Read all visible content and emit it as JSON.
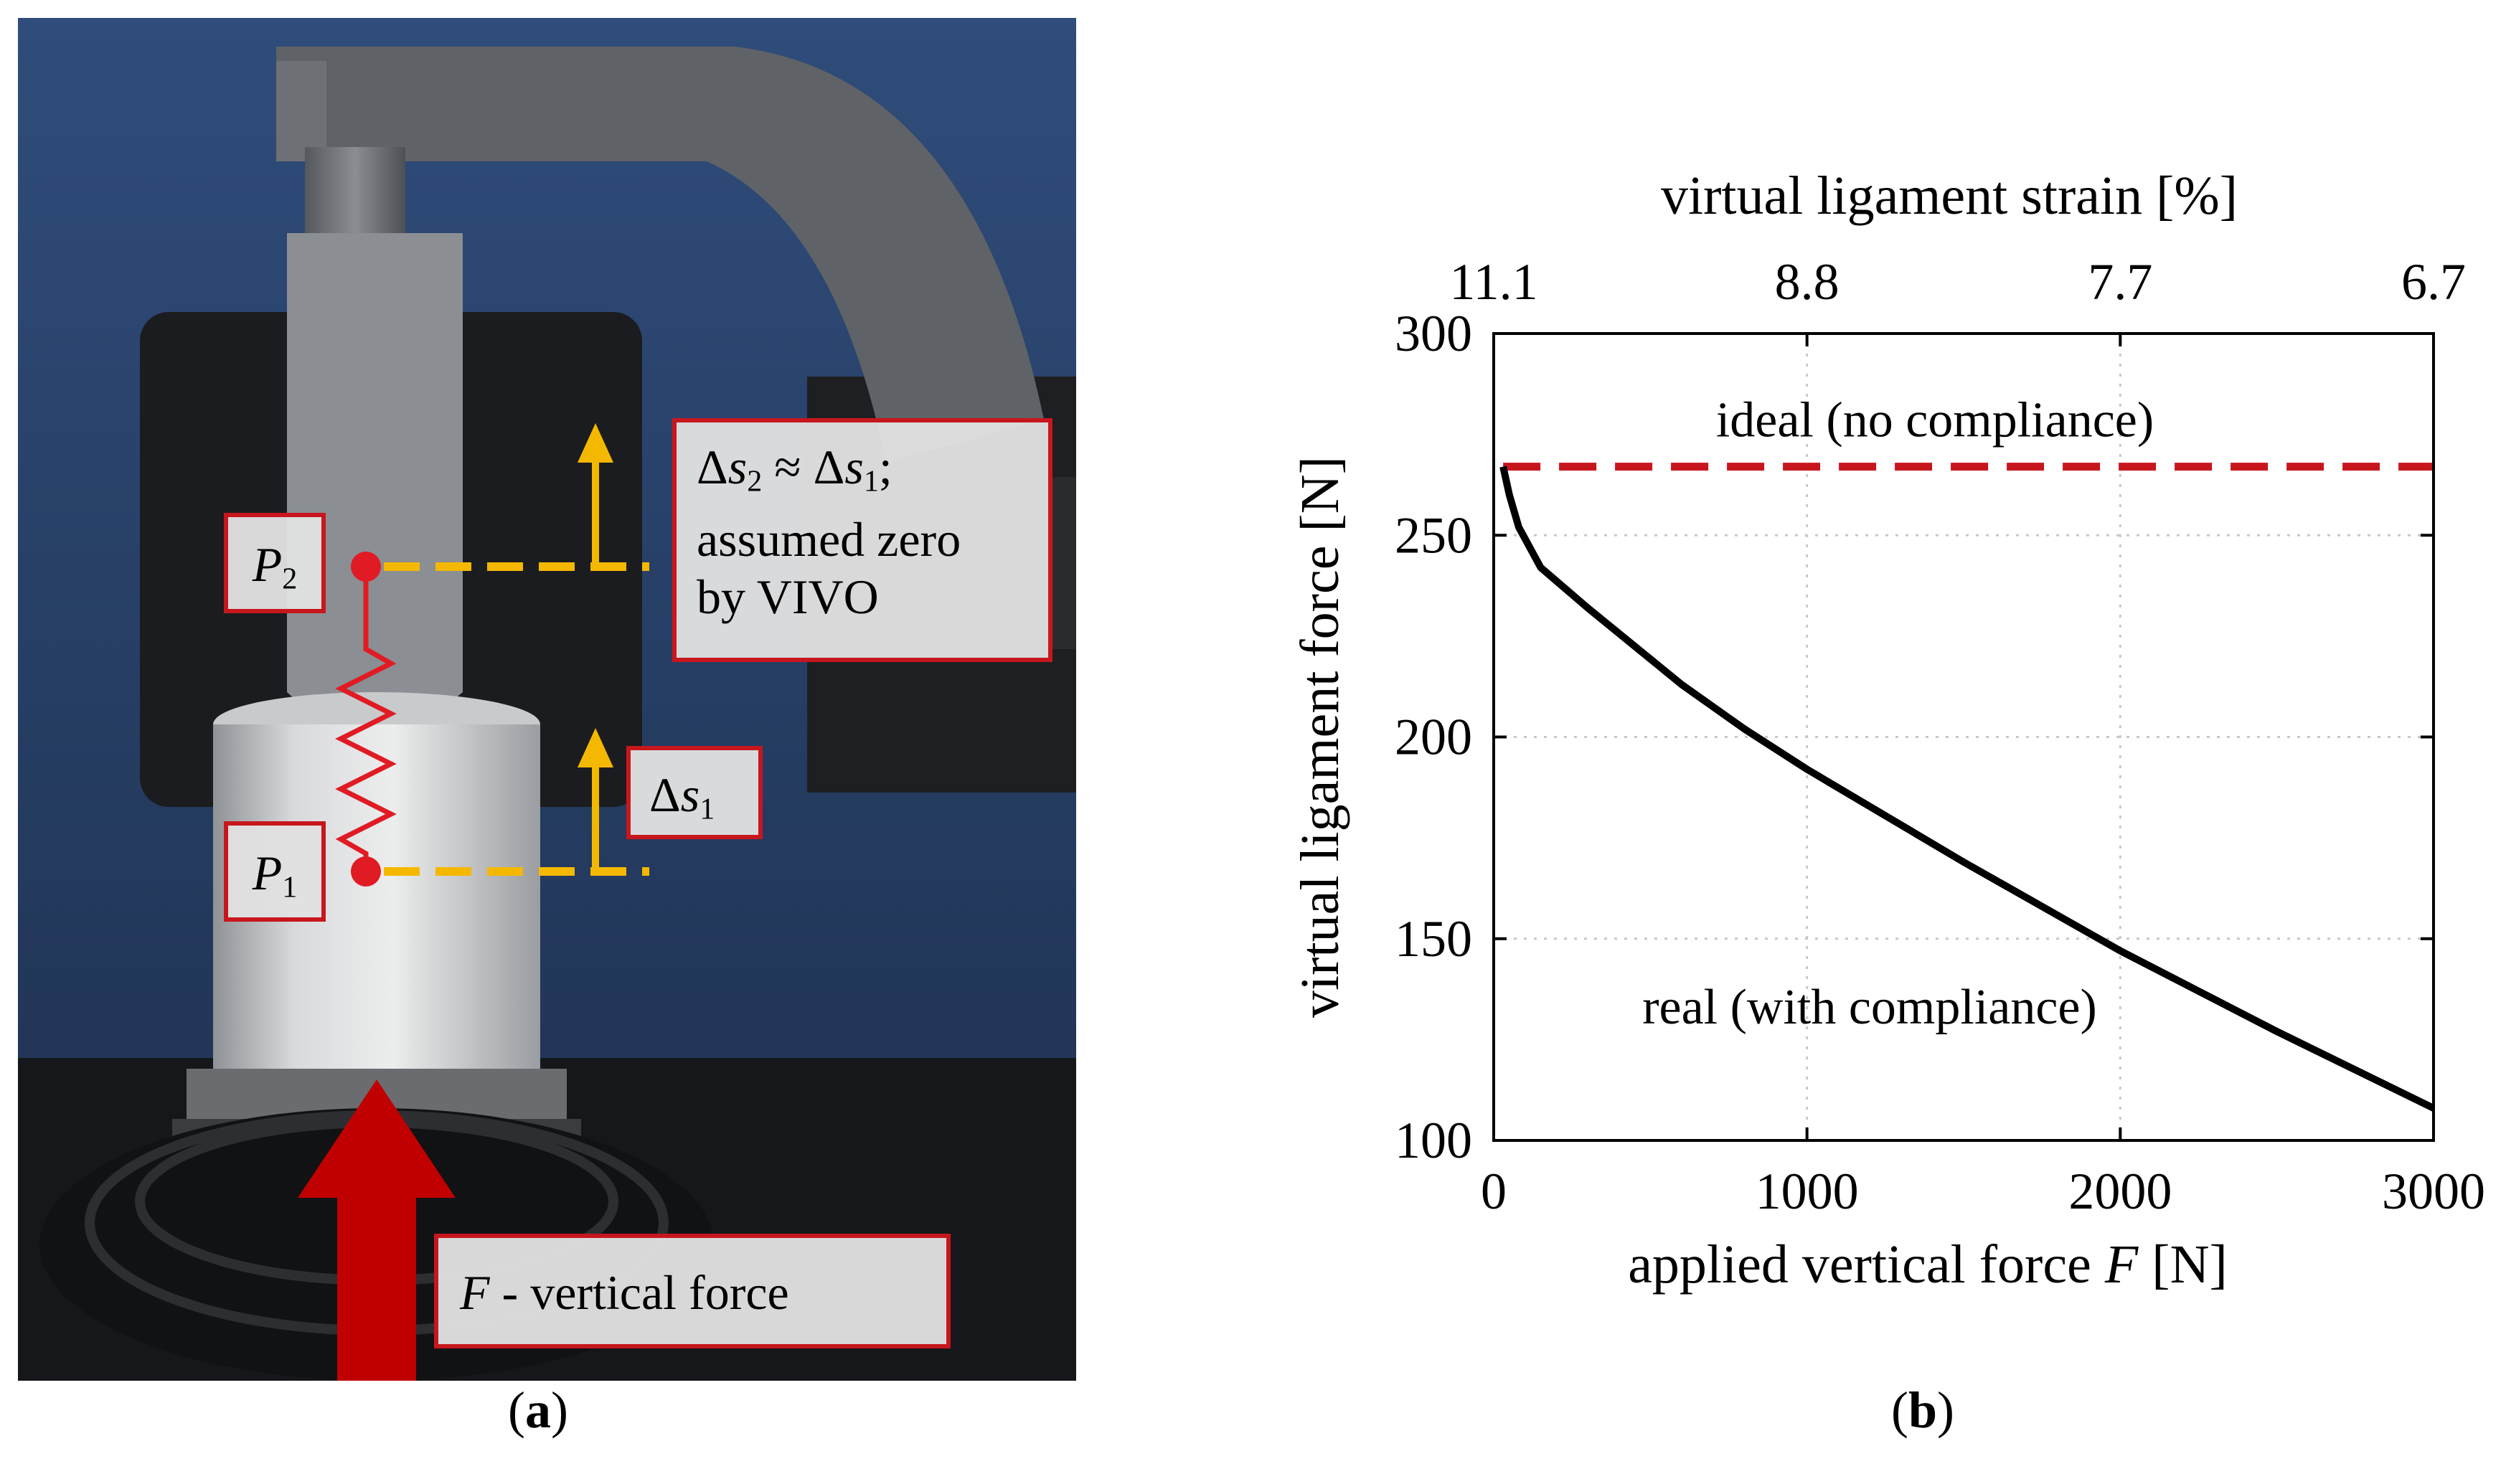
{
  "panel_a": {
    "caption_letter": "a",
    "labels": {
      "p2": {
        "symbol": "P",
        "sub": "2"
      },
      "p1": {
        "symbol": "P",
        "sub": "1"
      },
      "delta_s2_line1_a": "Δ",
      "delta_s2_line1_b": "s",
      "delta_s2_line1_sub": "2",
      "delta_s2_line1_c": " ≈ Δ",
      "delta_s2_line1_d": "s",
      "delta_s2_line1_sub2": "1",
      "delta_s2_line1_e": ";",
      "delta_s2_line2": "assumed zero",
      "delta_s2_line3": "by VIVO",
      "delta_s1_a": "Δ",
      "delta_s1_b": "s",
      "delta_s1_sub": "1",
      "force_symbol": "F",
      "force_text": " - vertical force"
    },
    "colors": {
      "spring": "#e01b24",
      "marker": "#e01b24",
      "arrow_yellow": "#f5b800",
      "force_arrow": "#c00000",
      "box_border": "#c8161d"
    }
  },
  "panel_b": {
    "caption_letter": "b"
  },
  "chart_data": {
    "type": "line",
    "xlabel": "applied vertical force",
    "xlabel_symbol": "F",
    "xlabel_unit": "[N]",
    "ylabel": "virtual ligament force [N]",
    "top_axis_label": "virtual ligament strain [%]",
    "xlim": [
      0,
      3000
    ],
    "ylim": [
      100,
      300
    ],
    "x_ticks": [
      0,
      1000,
      2000,
      3000
    ],
    "x_tick_labels": [
      "0",
      "1000",
      "2000",
      "3000"
    ],
    "y_ticks": [
      100,
      150,
      200,
      250,
      300
    ],
    "y_tick_labels": [
      "100",
      "150",
      "200",
      "250",
      "300"
    ],
    "top_ticks": [
      11.1,
      8.8,
      7.7,
      6.7
    ],
    "top_tick_labels": [
      "11.1",
      "8.8",
      "7.7",
      "6.7"
    ],
    "top_tick_x_positions": [
      0,
      1000,
      2000,
      3000
    ],
    "grid": true,
    "series": [
      {
        "name": "ideal (no compliance)",
        "color": "#c8161d",
        "style": "dashed",
        "x": [
          30,
          3000
        ],
        "y": [
          267,
          267
        ]
      },
      {
        "name": "real (with compliance)",
        "color": "#000000",
        "style": "solid",
        "x": [
          30,
          50,
          80,
          150,
          300,
          600,
          800,
          1000,
          1500,
          2000,
          2500,
          3000
        ],
        "y": [
          267,
          260,
          252,
          242,
          232,
          213,
          202,
          192,
          169,
          147,
          127,
          108
        ]
      }
    ]
  }
}
